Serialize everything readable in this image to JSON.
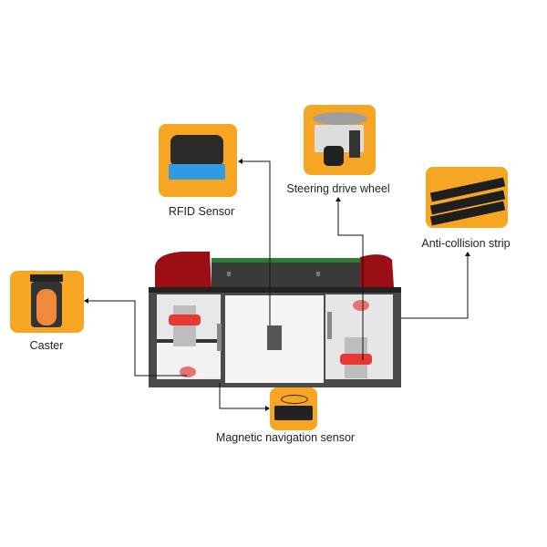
{
  "title": "AGV components diagram",
  "components": [
    {
      "id": "rfid",
      "label": "RFID Sensor"
    },
    {
      "id": "steering",
      "label": "Steering drive wheel"
    },
    {
      "id": "anticollision",
      "label": "Anti-collision strip"
    },
    {
      "id": "caster",
      "label": "Caster"
    },
    {
      "id": "magnetic",
      "label": "Magnetic navigation sensor"
    }
  ],
  "colors": {
    "card": "#F6A623",
    "bumper": "#9B0F14",
    "body": "#3A3A3A",
    "strip": "#2E7D32",
    "accent_red": "#E53935"
  }
}
